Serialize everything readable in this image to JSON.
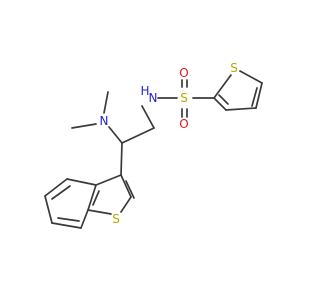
{
  "molecule": {
    "atoms": {
      "n_amine": {
        "label": "N",
        "color": "#1f1fd6"
      },
      "n_sulfonamide": {
        "label": "N",
        "color": "#1f1fd6"
      },
      "h_sulfonamide": {
        "label": "H",
        "color": "#1f1fd6"
      },
      "s_sulfonyl": {
        "label": "S",
        "color": "#b7a900"
      },
      "o_top": {
        "label": "O",
        "color": "#e31a1a"
      },
      "o_bottom": {
        "label": "O",
        "color": "#e31a1a"
      },
      "s_thiophene": {
        "label": "S",
        "color": "#b7a900"
      },
      "s_benzothiophene": {
        "label": "S",
        "color": "#b7a900"
      }
    },
    "bond_color": "#3a3a3a"
  }
}
